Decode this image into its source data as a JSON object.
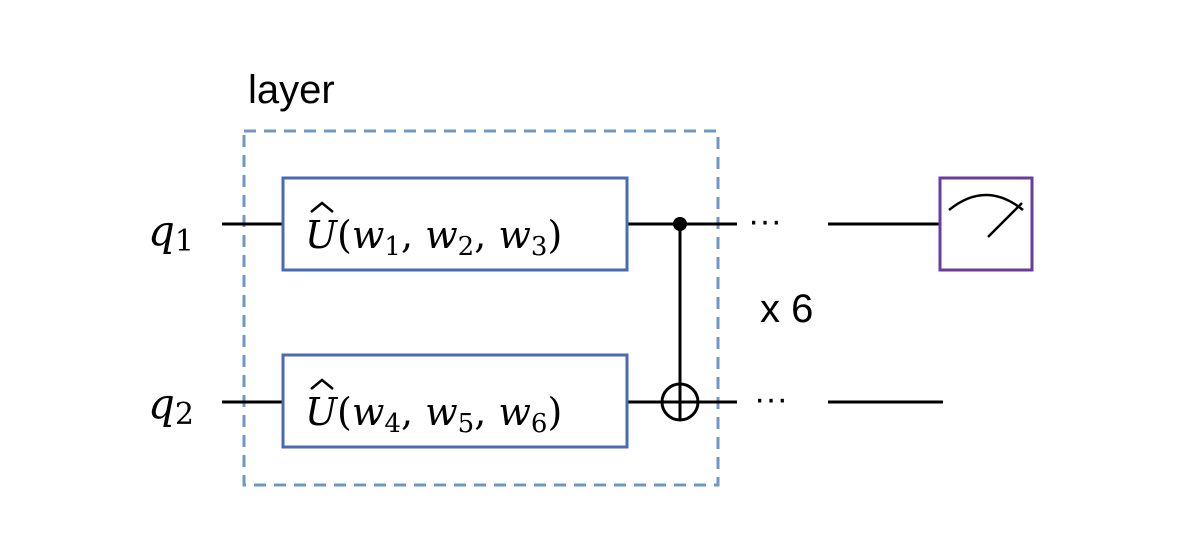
{
  "layer_label": "layer",
  "repeat_label": "x 6",
  "ellipsis": "···",
  "qubits": [
    {
      "symbol": "q",
      "index": "1"
    },
    {
      "symbol": "q",
      "index": "2"
    }
  ],
  "gates": [
    {
      "op": "U",
      "params": [
        {
          "w": "w",
          "i": "1"
        },
        {
          "w": "w",
          "i": "2"
        },
        {
          "w": "w",
          "i": "3"
        }
      ]
    },
    {
      "op": "U",
      "params": [
        {
          "w": "w",
          "i": "4"
        },
        {
          "w": "w",
          "i": "5"
        },
        {
          "w": "w",
          "i": "6"
        }
      ]
    }
  ],
  "colors": {
    "gate_border": "#4a6ab5",
    "layer_border": "#6e98c8",
    "measure_border": "#6a3d9a",
    "wire": "#000000"
  }
}
